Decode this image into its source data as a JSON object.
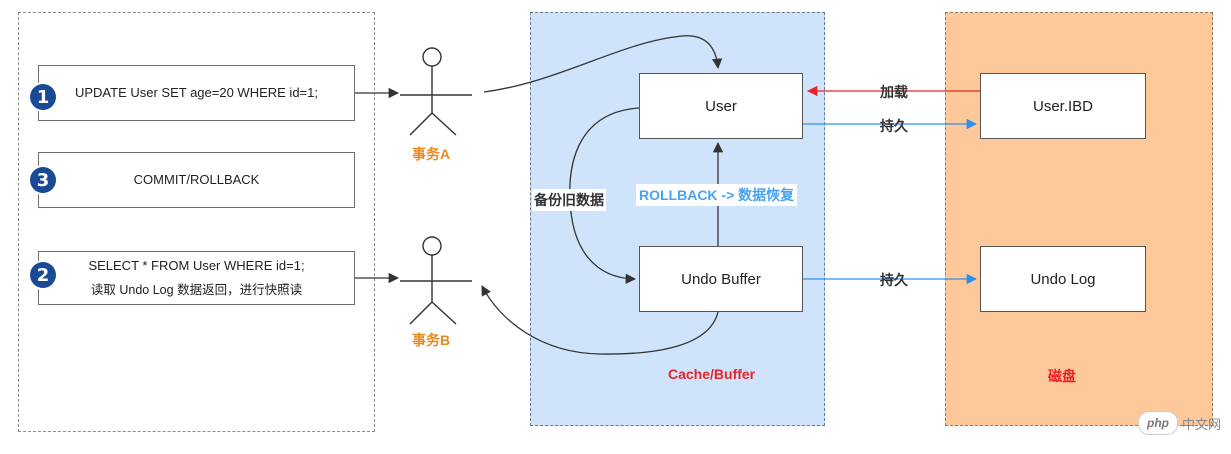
{
  "sql_steps": [
    {
      "number": "1",
      "lines": [
        "UPDATE User  SET  age=20  WHERE id=1;"
      ]
    },
    {
      "number": "3",
      "lines": [
        "COMMIT/ROLLBACK"
      ]
    },
    {
      "number": "2",
      "lines": [
        "SELECT * FROM User  WHERE id=1;",
        "读取 Undo Log 数据返回，进行快照读"
      ]
    }
  ],
  "actors": [
    {
      "label": "事务A"
    },
    {
      "label": "事务B"
    }
  ],
  "nodes": {
    "user": "User",
    "undo_buffer": "Undo Buffer",
    "user_ibd": "User.IBD",
    "undo_log": "Undo Log"
  },
  "edge_labels": {
    "load": "加载",
    "persist_user": "持久",
    "persist_undo": "持久",
    "backup": "备份旧数据",
    "rollback": "ROLLBACK -> 数据恢复"
  },
  "regions": {
    "cache": "Cache/Buffer",
    "disk": "磁盘"
  },
  "watermark": {
    "logo": "php",
    "text": "中文网"
  },
  "colors": {
    "cache_bg": "#cfe4fb",
    "disk_bg": "#fdc99a",
    "load_arrow": "#e8242a",
    "persist_arrow": "#2f8ff0",
    "step_badge": "#1a4a96",
    "actor_label": "#e88a1e"
  }
}
